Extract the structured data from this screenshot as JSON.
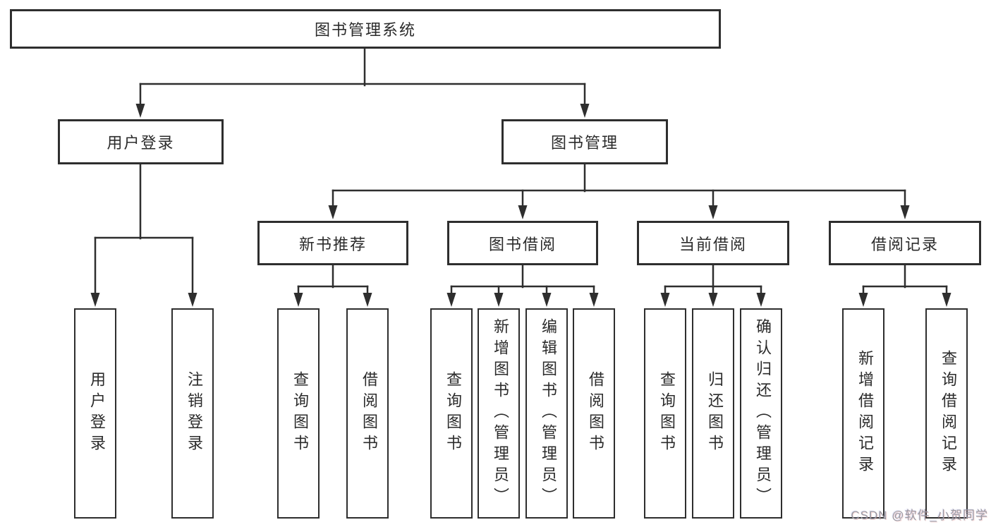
{
  "tree": {
    "label": "图书管理系统",
    "children": [
      {
        "label": "用户登录",
        "children": [
          {
            "label": "用户登录"
          },
          {
            "label": "注销登录"
          }
        ]
      },
      {
        "label": "图书管理",
        "children": [
          {
            "label": "新书推荐",
            "children": [
              {
                "label": "查询图书"
              },
              {
                "label": "借阅图书"
              }
            ]
          },
          {
            "label": "图书借阅",
            "children": [
              {
                "label": "查询图书"
              },
              {
                "label": "新增图书（管理员）"
              },
              {
                "label": "编辑图书（管理员）"
              },
              {
                "label": "借阅图书"
              }
            ]
          },
          {
            "label": "当前借阅",
            "children": [
              {
                "label": "查询图书"
              },
              {
                "label": "归还图书"
              },
              {
                "label": "确认归还（管理员）"
              }
            ]
          },
          {
            "label": "借阅记录",
            "children": [
              {
                "label": "新增借阅记录"
              },
              {
                "label": "查询借阅记录"
              }
            ]
          }
        ]
      }
    ]
  },
  "watermark": {
    "text": "CSDN @软件_小贺同学"
  },
  "colors": {
    "stroke": "#2e2e2e",
    "text": "#2b2b2b",
    "background": "#ffffff",
    "watermark": "#9a9aa2"
  }
}
